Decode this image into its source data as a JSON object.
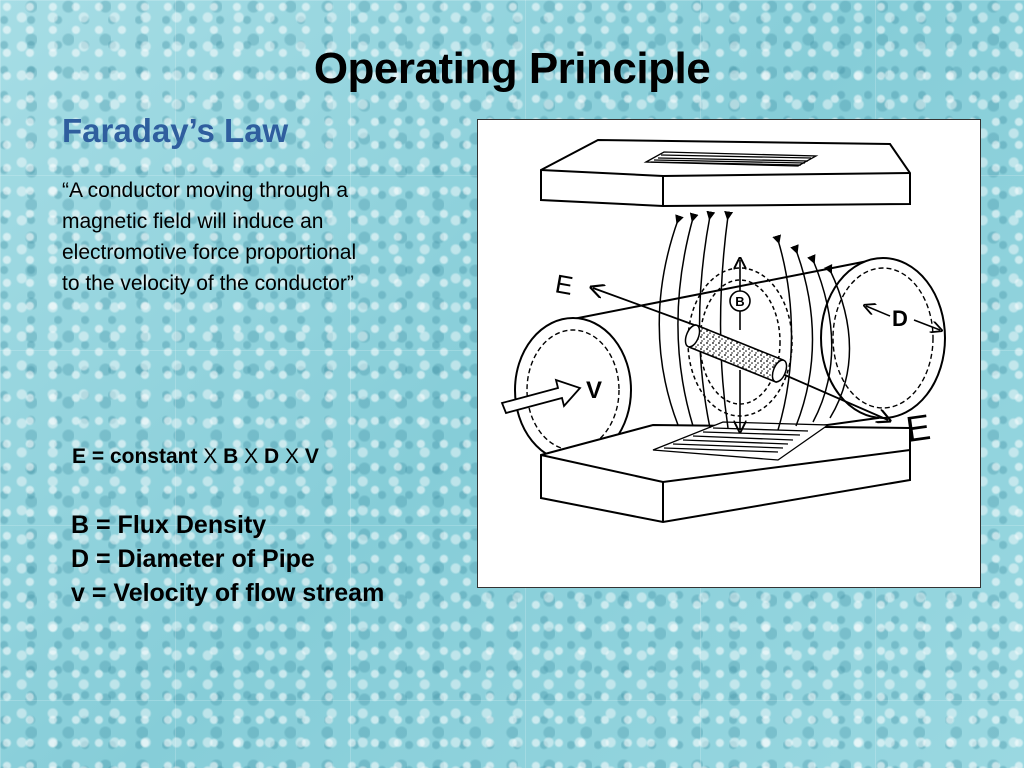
{
  "slide": {
    "title": "Operating Principle",
    "subtitle": "Faraday’s Law",
    "quote": "“A conductor moving through a\nmagnetic field will induce an\nelectromotive force proportional\nto  the velocity of the conductor”",
    "formula": {
      "e": "E",
      "eq": " = ",
      "const": "constant",
      "op": " X ",
      "b": "B",
      "d": "D",
      "v": "V"
    },
    "definitions": [
      "B = Flux Density",
      "D = Diameter of Pipe",
      "v = Velocity of flow stream"
    ]
  },
  "diagram": {
    "label_e": "E",
    "label_b": "B",
    "label_d": "D",
    "label_v": "V"
  }
}
